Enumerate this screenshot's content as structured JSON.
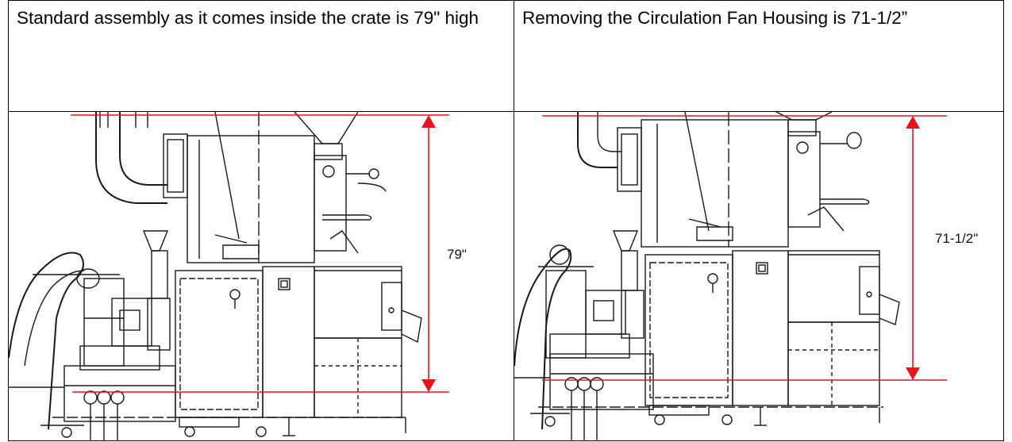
{
  "captions": {
    "left": "Standard assembly as it comes inside the crate is 79\" high",
    "right": "Removing the Circulation Fan Housing is 71-1/2”"
  },
  "dimensions": {
    "left": "79\"",
    "right": "71-1/2\""
  },
  "colors": {
    "dimension_line": "#e8141c",
    "drawing_line": "#1a1a1a",
    "border": "#000000"
  }
}
